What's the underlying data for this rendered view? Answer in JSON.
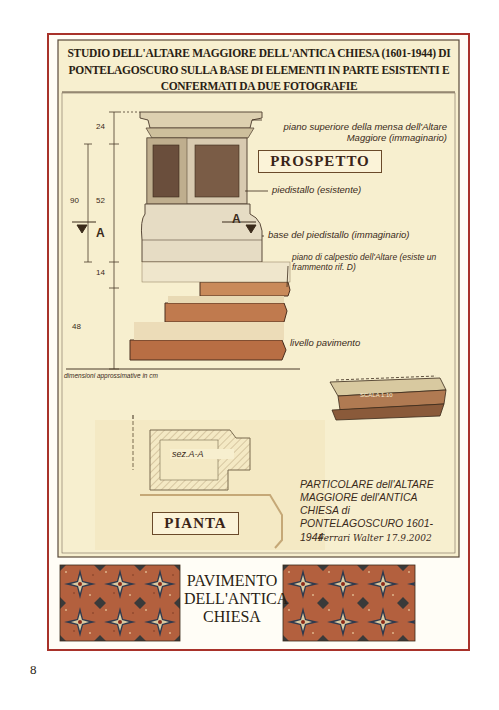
{
  "diagram": {
    "title": "STUDIO DELL'ALTARE MAGGIORE DELL'ANTICA CHIESA (1601-1944) DI PONTELAGOSCURO SULLA BASE DI ELEMENTI IN PARTE ESISTENTI E CONFERMATI DA DUE FOTOGRAFIE",
    "nodes": [
      {
        "text": [
          "PROSPETTO"
        ]
      },
      {
        "text": [
          "PIANTA"
        ]
      }
    ],
    "labels": [
      "piano superiore della mensa dell'Altare Maggiore (immaginario)",
      "piedistallo (esistente)",
      "base del piedistallo (immaginario)",
      "piano di calpestio dell'Altare (esiste un frammento rif. D)",
      "livello pavimento",
      "dimensioni approssimative in cm",
      "24",
      "90",
      "52",
      "14",
      "48",
      "A",
      "A",
      "SCALA 1:10",
      "sez.A-A",
      "PARTICOLARE dell'ALTARE MAGGIORE dell'ANTICA CHIESA di PONTELAGOSCURO 1601-1944",
      "Ferrari Walter 17.9.2002",
      "PAVIMENTO DELL'ANTICA CHIESA",
      "8"
    ]
  }
}
